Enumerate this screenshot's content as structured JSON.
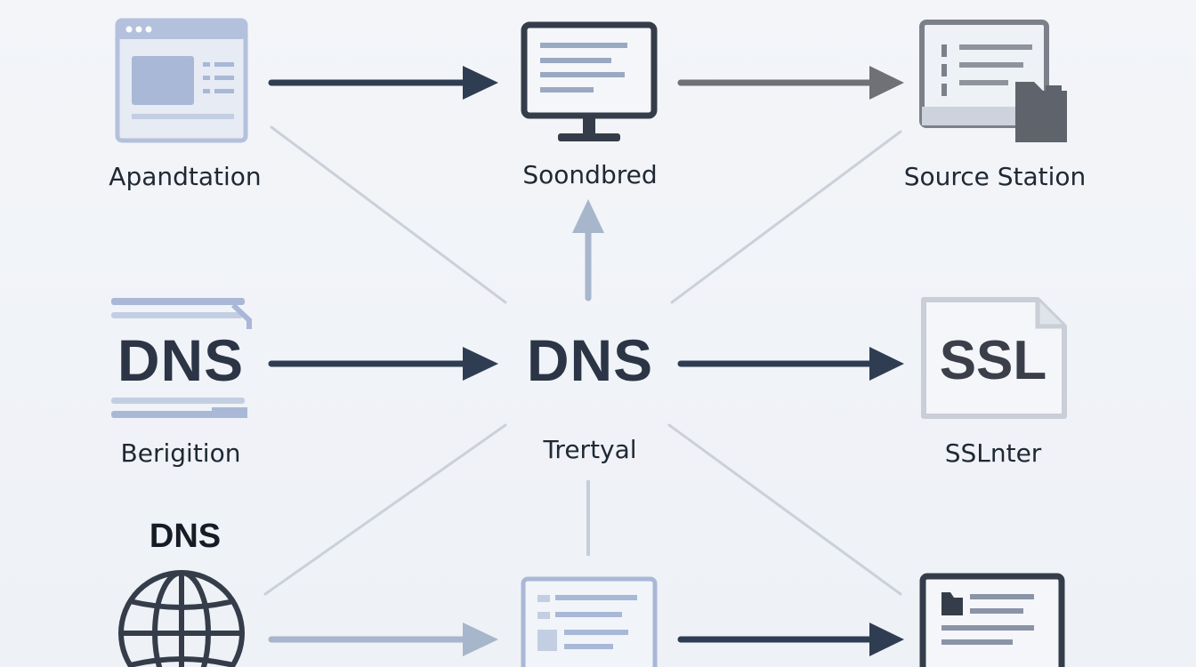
{
  "nodes": {
    "top_left": {
      "label": "Apandtation",
      "icon": "browser-window-icon"
    },
    "top_center": {
      "label": "Soondbred",
      "icon": "monitor-icon"
    },
    "top_right": {
      "label": "Source Station",
      "icon": "server-document-icon"
    },
    "mid_left": {
      "label": "Berigition",
      "badge": "DNS",
      "icon": "dns-document-icon"
    },
    "center": {
      "label": "Trertyal",
      "badge": "DNS"
    },
    "mid_right": {
      "label": "SSLnter",
      "badge": "SSL",
      "icon": "ssl-document-icon"
    },
    "bottom_left": {
      "heading": "DNS",
      "icon": "globe-icon"
    },
    "bottom_center": {
      "icon": "document-window-icon"
    },
    "bottom_right": {
      "icon": "laptop-icon"
    }
  },
  "colors": {
    "dark_arrow": "#2f3d52",
    "gray_arrow": "#6f7177",
    "faint_line": "#c7ccd6",
    "light_arrow": "#a7b6ca",
    "light_blue_icon": "#a9b8d6",
    "dark_icon": "#353d4a",
    "background": "#f1f3f7"
  }
}
